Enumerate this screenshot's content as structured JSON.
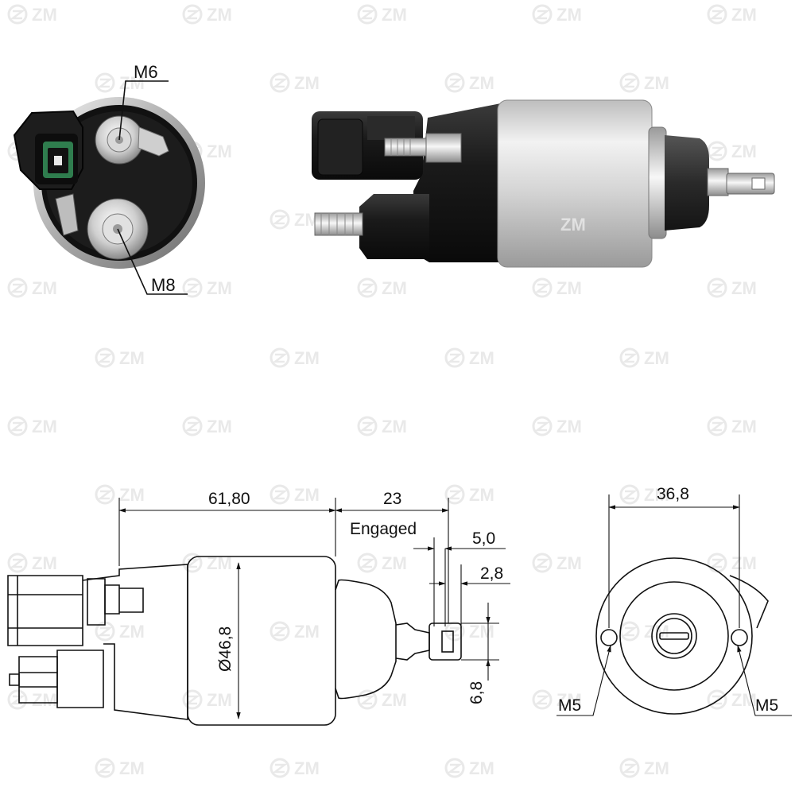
{
  "watermark": {
    "brand": "ZM"
  },
  "photo_end_view": {
    "terminal_small_label": "M6",
    "terminal_large_label": "M8"
  },
  "dimensions": {
    "body_length": "61,80",
    "plunger_travel": "23",
    "plunger_state": "Engaged",
    "stroke": "5,0",
    "eye_thickness": "2,8",
    "body_diameter": "Ø46,8",
    "eye_width": "6,8",
    "mount_hole_spacing": "36,8",
    "mount_hole_left": "M5",
    "mount_hole_right": "M5"
  }
}
